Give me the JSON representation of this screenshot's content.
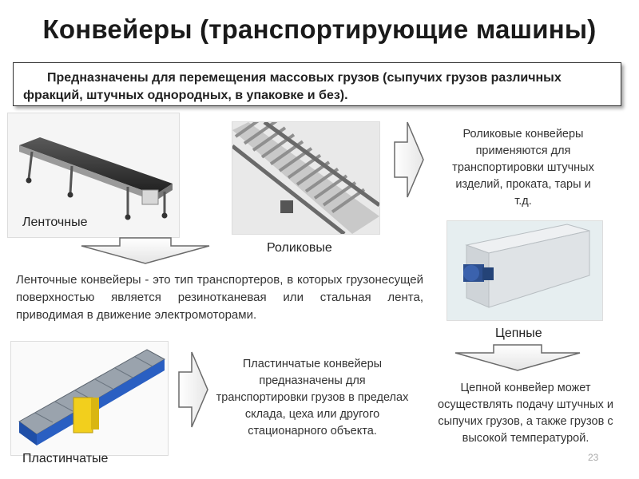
{
  "title": "Конвейеры (транспортирующие машины)",
  "purpose": "Предназначены для перемещения массовых грузов (сыпучих грузов различных фракций, штучных однородных, в упаковке и без).",
  "conveyors": {
    "belt": {
      "label": "Ленточные",
      "description": "Ленточные конвейеры - это тип транспортеров, в которых грузонесущей поверхностью является резинотканевая или стальная лента, приводимая в движение электромоторами."
    },
    "roller": {
      "label": "Роликовые",
      "description": "Роликовые конвейеры применяются для транспортировки штучных изделий, проката, тары и т.д."
    },
    "chain": {
      "label": "Цепные",
      "description": "Цепной конвейер может осуществлять подачу штучных и сыпучих грузов, а также грузов с высокой температурой."
    },
    "plate": {
      "label": "Пластинчатые",
      "description": "Пластинчатые конвейеры предназначены для транспортировки грузов в пределах склада, цеха или другого стационарного объекта."
    }
  },
  "page_number": "23",
  "icons": [
    "belt-conveyor-image",
    "roller-conveyor-image",
    "chain-conveyor-image",
    "plate-conveyor-image",
    "arrow-right-icon",
    "arrow-down-icon"
  ]
}
